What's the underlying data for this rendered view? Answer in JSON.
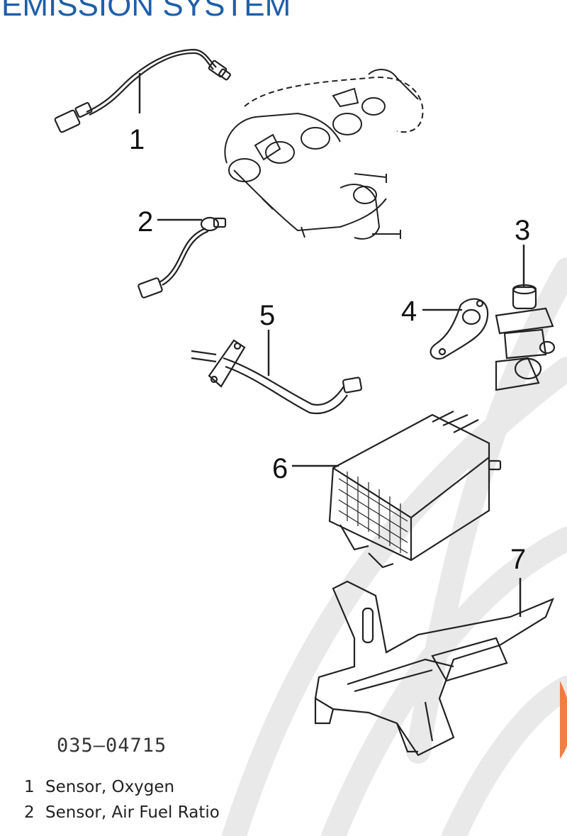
{
  "title": "EMISSION SYSTEM",
  "callouts": [
    "1",
    "2",
    "3",
    "4",
    "5",
    "6",
    "7"
  ],
  "part_code": "035–04715",
  "legend": [
    {
      "num": "1",
      "label": "Sensor, Oxygen"
    },
    {
      "num": "2",
      "label": "Sensor, Air Fuel Ratio"
    }
  ],
  "colors": {
    "title": "#1f5fa8",
    "watermark": "#e8e8e8",
    "watermark_accent": "#f07030"
  }
}
